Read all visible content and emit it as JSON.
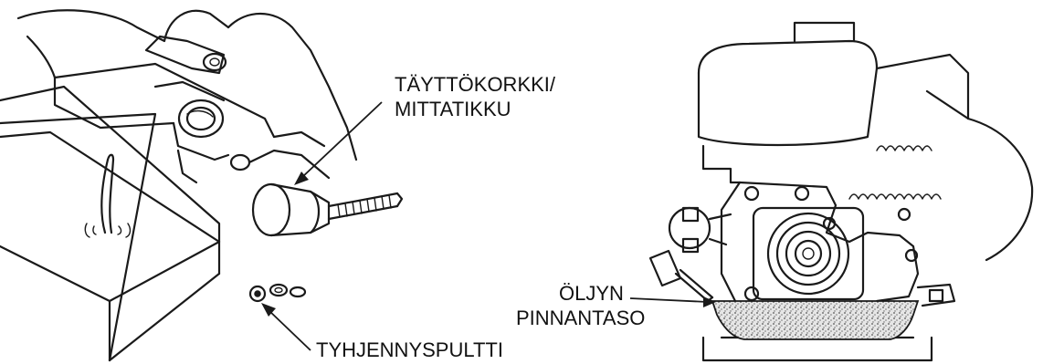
{
  "labels": {
    "filler_cap_line1": "TÄYTTÖKORKKI/",
    "filler_cap_line2": "MITTATIKKU",
    "drain_bolt": "TYHJENNYSPULTTI",
    "oil_level_line1": "ÖLJYN",
    "oil_level_line2": "PINNANTASO"
  }
}
